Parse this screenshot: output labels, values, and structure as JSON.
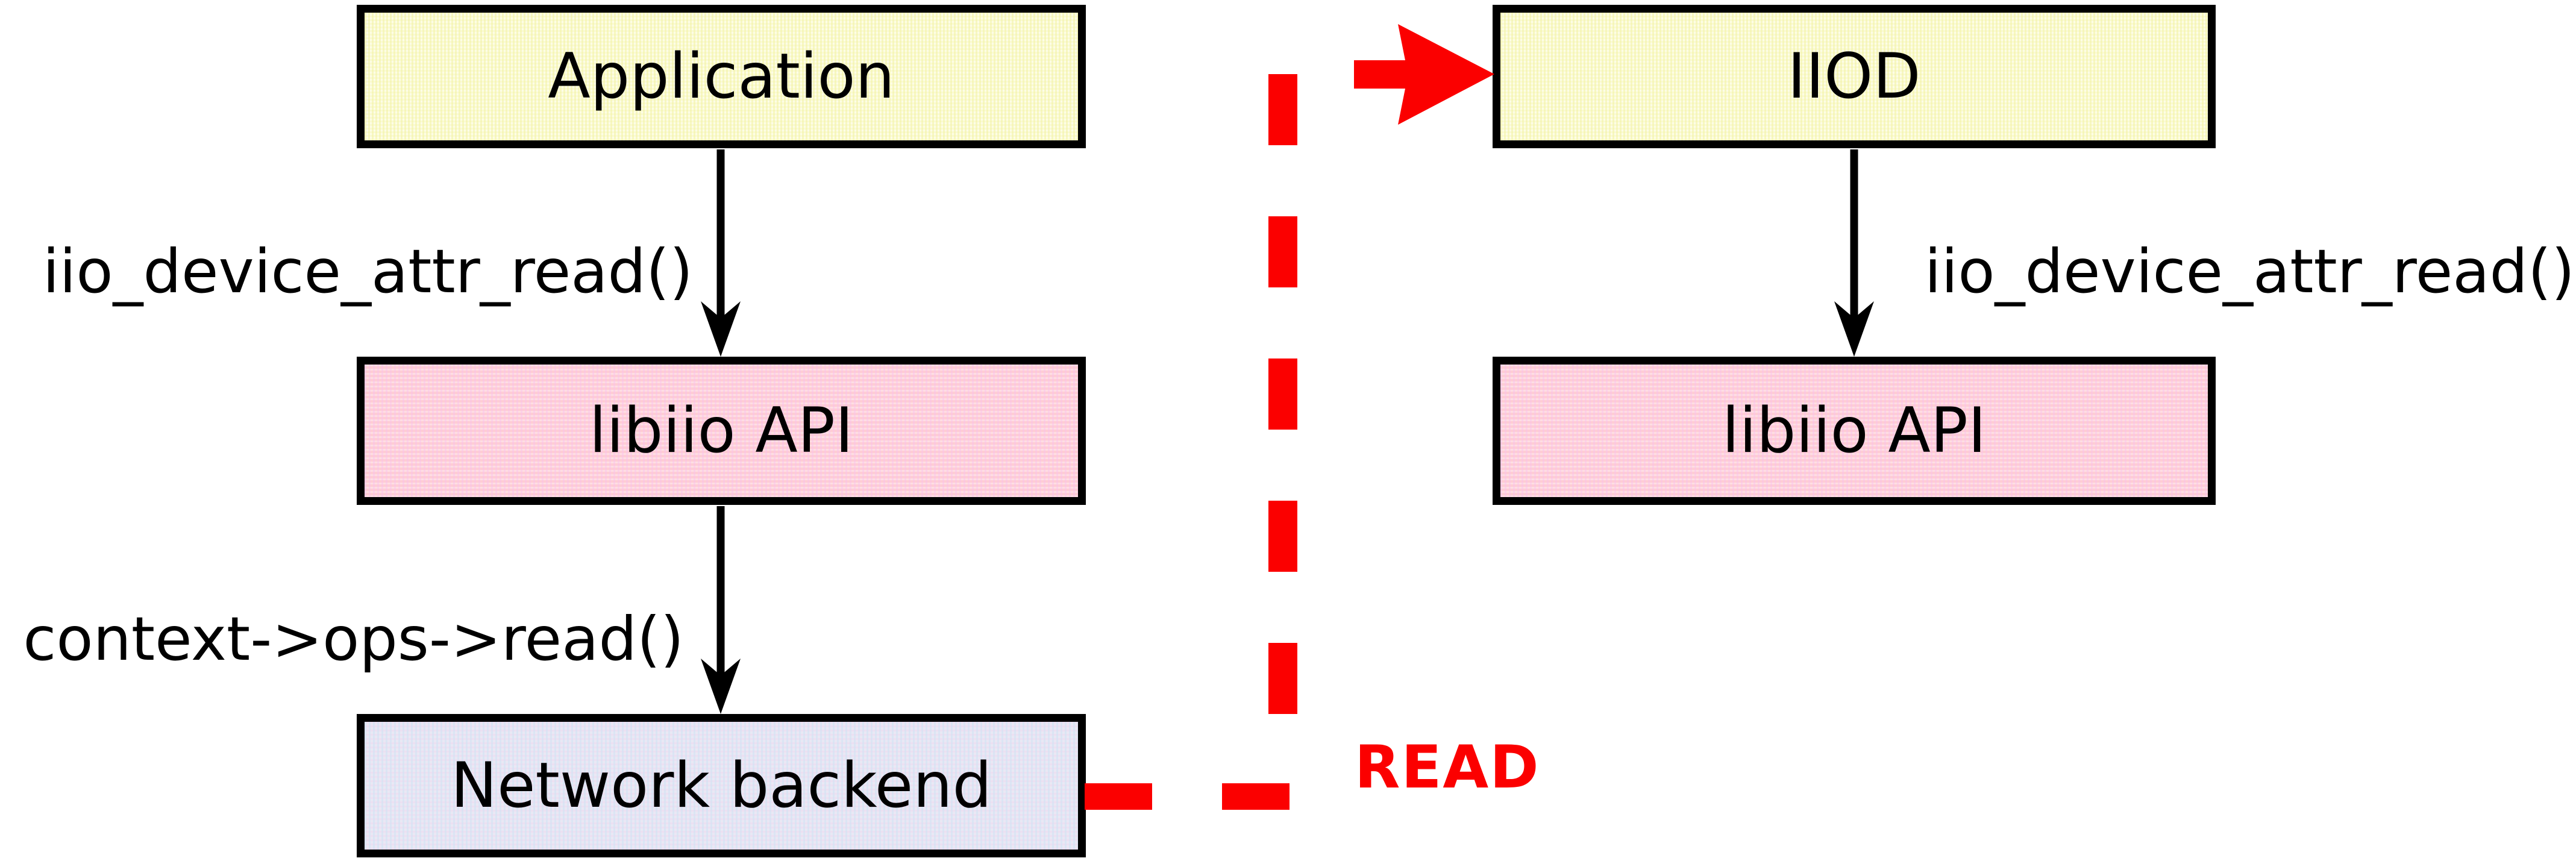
{
  "diagram": {
    "boxes": {
      "application": {
        "label": "Application"
      },
      "libiio_left": {
        "label": "libiio API"
      },
      "network_backend": {
        "label": "Network backend"
      },
      "iiod": {
        "label": "IIOD"
      },
      "libiio_right": {
        "label": "libiio API"
      }
    },
    "labels": {
      "left_call_1": "iio_device_attr_read()",
      "left_call_2": "context->ops->read()",
      "right_call_1": "iio_device_attr_read()",
      "read": "READ"
    },
    "colors": {
      "box_yellow": "#fdfde7",
      "box_pink": "#fecdd4",
      "box_lavender": "#e9e8f4",
      "box_border": "#000000",
      "arrow_black": "#000000",
      "red": "#fb0000"
    }
  }
}
